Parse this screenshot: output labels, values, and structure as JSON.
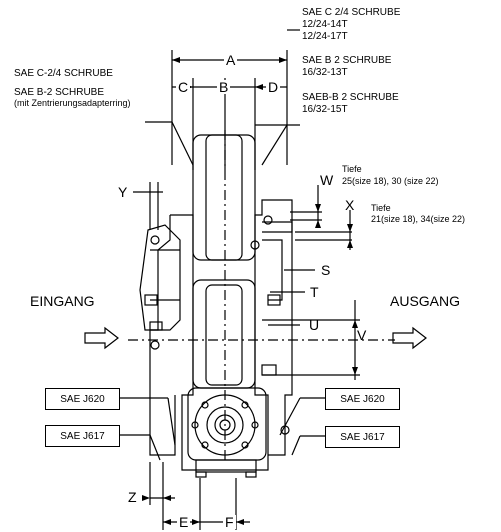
{
  "specs": {
    "top_right": [
      "SAE C 2/4 SCHRUBE",
      "12/24-14T",
      "12/24-17T"
    ],
    "sae_b2": [
      "SAE B 2 SCHRUBE",
      "16/32-13T"
    ],
    "saeb_b2": [
      "SAEB-B 2 SCHRUBE",
      "16/32-15T"
    ],
    "left_c": "SAE C-2/4 SCHRUBE",
    "left_b": "SAE B-2 SCHRUBE",
    "left_b_note": "(mit Zentrierungsadapterring)"
  },
  "tiefe_w": {
    "title": "Tiefe",
    "value": "25(size 18), 30 (size 22)"
  },
  "tiefe_x": {
    "title": "Tiefe",
    "value": "21(size 18), 34(size 22)"
  },
  "labels": {
    "input": "EINGANG",
    "output": "AUSGANG"
  },
  "dims": {
    "A": "A",
    "B": "B",
    "C": "C",
    "D": "D",
    "E": "E",
    "F": "F",
    "S": "S",
    "T": "T",
    "U": "U",
    "V": "V",
    "W": "W",
    "X": "X",
    "Y": "Y",
    "Z": "Z"
  },
  "boxes": {
    "left_top": "SAE J620",
    "left_bottom": "SAE J617",
    "right_top": "SAE J620",
    "right_bottom": "SAE J617"
  }
}
